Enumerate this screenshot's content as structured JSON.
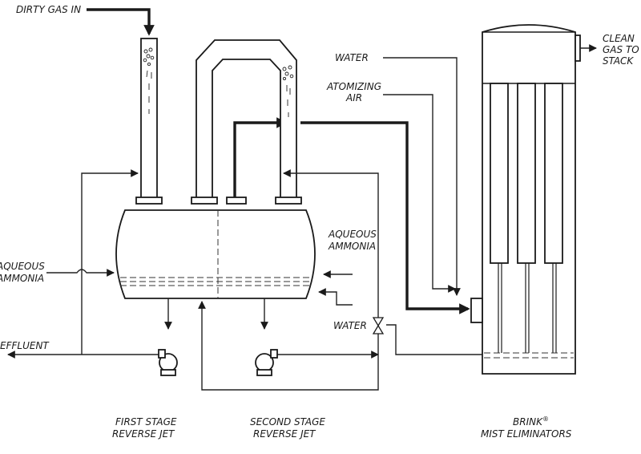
{
  "labels": {
    "dirty_gas": "DIRTY GAS IN",
    "clean_gas_1": "CLEAN",
    "clean_gas_2": "GAS TO",
    "clean_gas_3": "STACK",
    "water_top": "WATER",
    "atomizing_1": "ATOMIZING",
    "atomizing_2": "AIR",
    "aqueous_left_1": "AQUEOUS",
    "aqueous_left_2": "AMMONIA",
    "aqueous_right_1": "AQUEOUS",
    "aqueous_right_2": "AMMONIA",
    "water_mid": "WATER",
    "effluent": "EFFLUENT",
    "first_stage_1": "FIRST STAGE",
    "first_stage_2": "REVERSE JET",
    "second_stage_1": "SECOND STAGE",
    "second_stage_2": "REVERSE JET",
    "brink_1": "BRINK",
    "brink_sup": "®",
    "brink_2": "MIST ELIMINATORS"
  }
}
